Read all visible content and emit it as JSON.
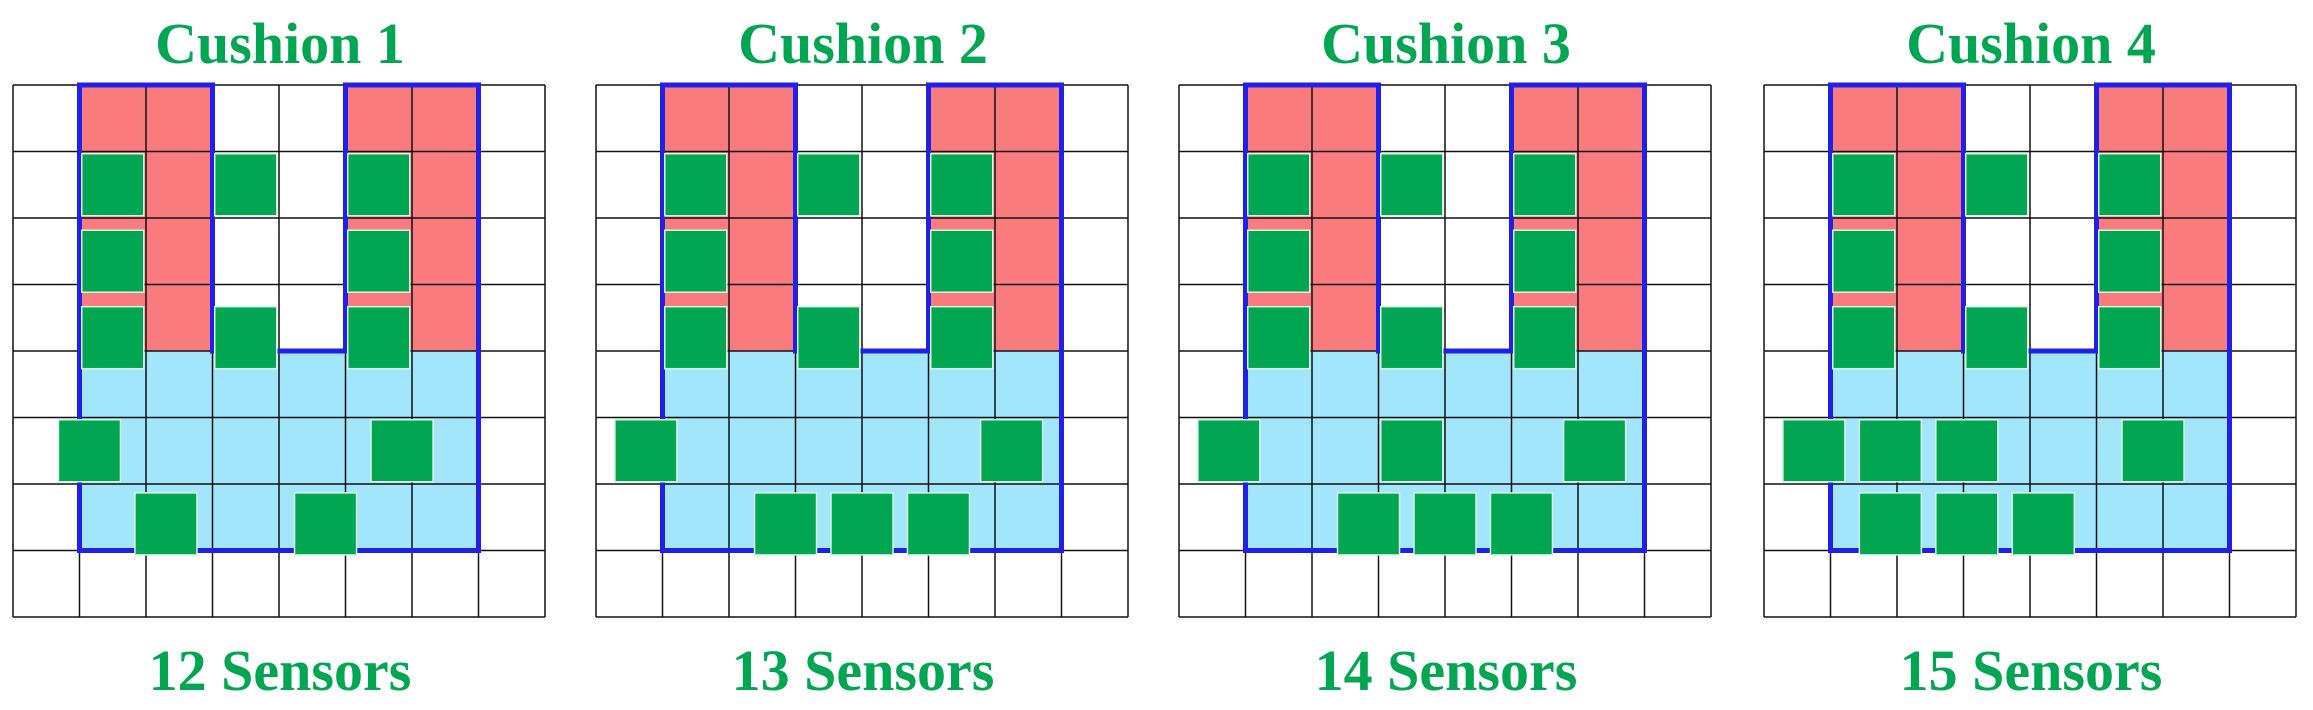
{
  "colors": {
    "title": "#00a651",
    "sensor": "#00a651",
    "sensor_border": "#d9f2e3",
    "upper_region": "#fa7b7d",
    "lower_region": "#a1e6fb",
    "outline": "#2020e8",
    "grid": "#111111"
  },
  "grid": {
    "rows": 8,
    "cols": 8
  },
  "cushions": [
    {
      "title": "Cushion 1",
      "caption": "12 Sensors",
      "sensors": [
        [
          1.5,
          1.5
        ],
        [
          1.5,
          2.65
        ],
        [
          1.5,
          3.8
        ],
        [
          3.5,
          1.5
        ],
        [
          3.5,
          3.8
        ],
        [
          5.5,
          1.5
        ],
        [
          5.5,
          2.65
        ],
        [
          5.5,
          3.8
        ],
        [
          1.15,
          5.5
        ],
        [
          5.85,
          5.5
        ],
        [
          2.3,
          6.6
        ],
        [
          4.7,
          6.6
        ]
      ]
    },
    {
      "title": "Cushion 2",
      "caption": "13 Sensors",
      "sensors": [
        [
          1.5,
          1.5
        ],
        [
          1.5,
          2.65
        ],
        [
          1.5,
          3.8
        ],
        [
          3.5,
          1.5
        ],
        [
          3.5,
          3.8
        ],
        [
          5.5,
          1.5
        ],
        [
          5.5,
          2.65
        ],
        [
          5.5,
          3.8
        ],
        [
          0.75,
          5.5
        ],
        [
          6.25,
          5.5
        ],
        [
          2.85,
          6.6
        ],
        [
          4,
          6.6
        ],
        [
          5.15,
          6.6
        ]
      ]
    },
    {
      "title": "Cushion 3",
      "caption": "14 Sensors",
      "sensors": [
        [
          1.5,
          1.5
        ],
        [
          1.5,
          2.65
        ],
        [
          1.5,
          3.8
        ],
        [
          3.5,
          1.5
        ],
        [
          3.5,
          3.8
        ],
        [
          5.5,
          1.5
        ],
        [
          5.5,
          2.65
        ],
        [
          5.5,
          3.8
        ],
        [
          0.75,
          5.5
        ],
        [
          3.5,
          5.5
        ],
        [
          6.25,
          5.5
        ],
        [
          2.85,
          6.6
        ],
        [
          4,
          6.6
        ],
        [
          5.15,
          6.6
        ]
      ]
    },
    {
      "title": "Cushion 4",
      "caption": "15 Sensors",
      "sensors": [
        [
          1.5,
          1.5
        ],
        [
          1.5,
          2.65
        ],
        [
          1.5,
          3.8
        ],
        [
          3.5,
          1.5
        ],
        [
          3.5,
          3.8
        ],
        [
          5.5,
          1.5
        ],
        [
          5.5,
          2.65
        ],
        [
          5.5,
          3.8
        ],
        [
          0.75,
          5.5
        ],
        [
          1.9,
          5.5
        ],
        [
          3.05,
          5.5
        ],
        [
          5.85,
          5.5
        ],
        [
          1.9,
          6.6
        ],
        [
          3.05,
          6.6
        ],
        [
          4.2,
          6.6
        ]
      ]
    }
  ]
}
